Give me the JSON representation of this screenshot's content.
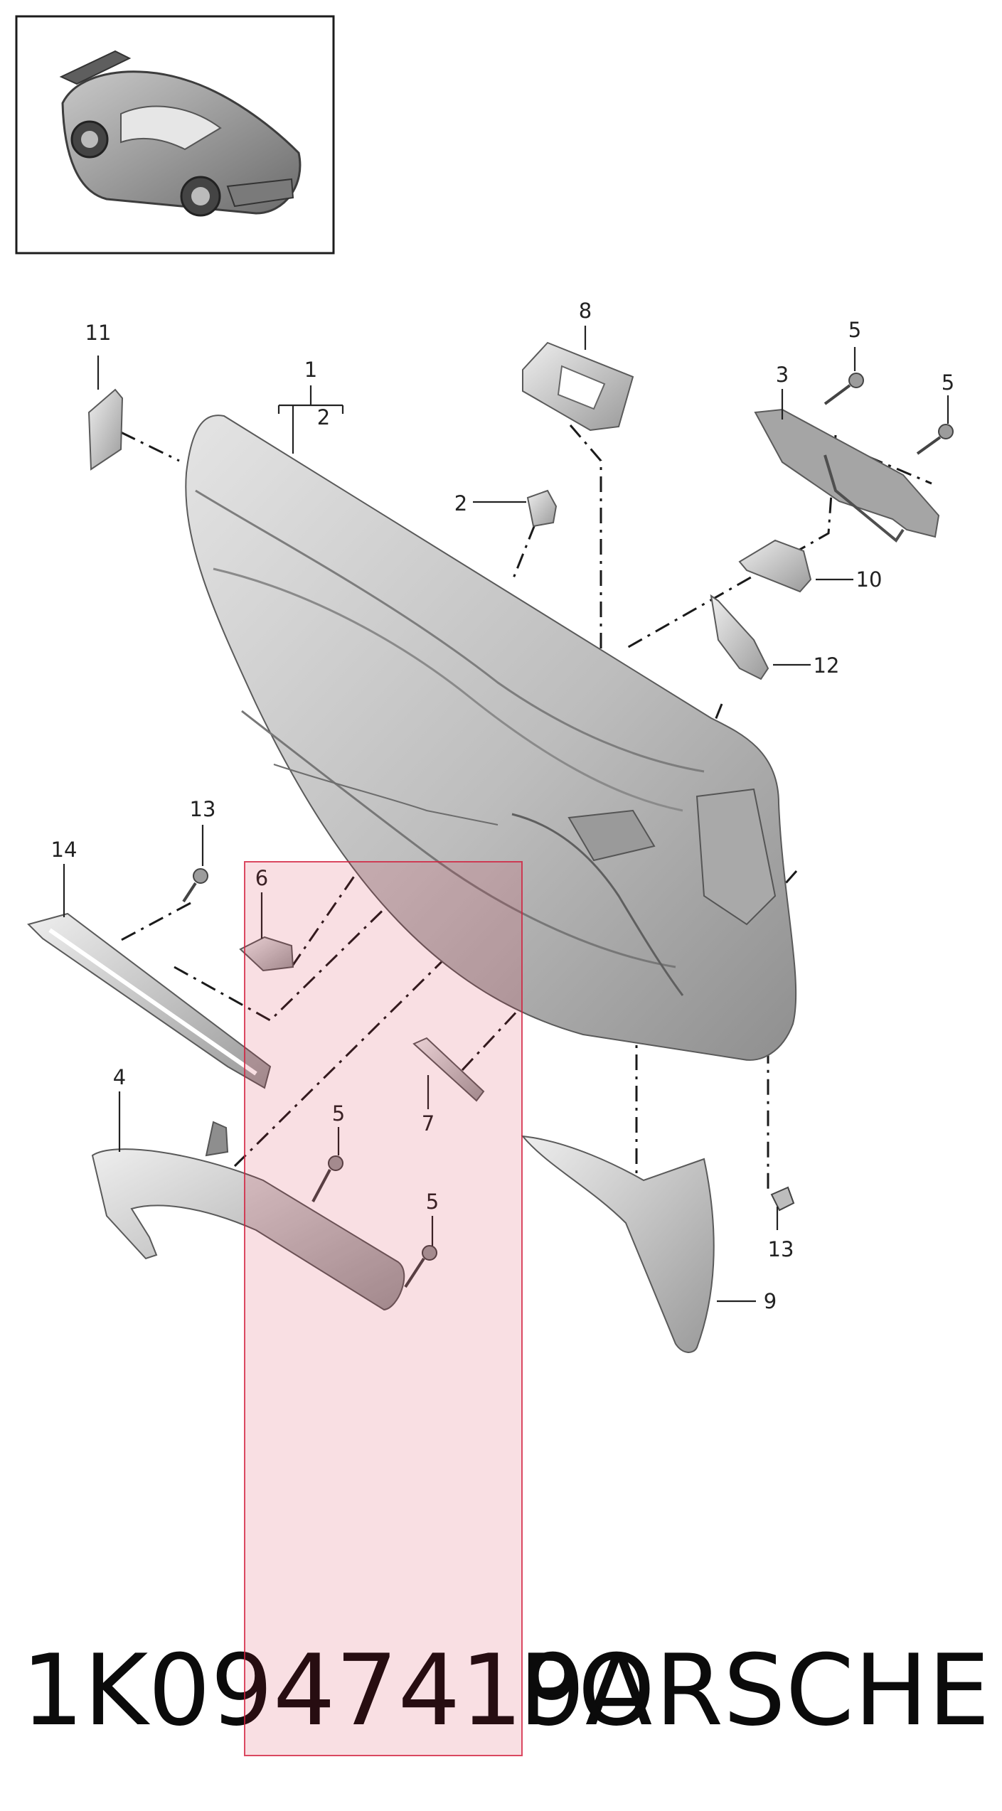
{
  "callouts": {
    "c1": "1",
    "c2a": "2",
    "c2b": "2",
    "c3": "3",
    "c4": "4",
    "c5a": "5",
    "c5b": "5",
    "c5c": "5",
    "c5d": "5",
    "c6": "6",
    "c7": "7",
    "c8": "8",
    "c9": "9",
    "c10": "10",
    "c11": "11",
    "c12": "12",
    "c13a": "13",
    "c13b": "13",
    "c14": "14"
  },
  "footer": {
    "part_number": "1K0947419A",
    "brand": "PORSCHE"
  },
  "highlight": {
    "color": "#d21e3c"
  }
}
